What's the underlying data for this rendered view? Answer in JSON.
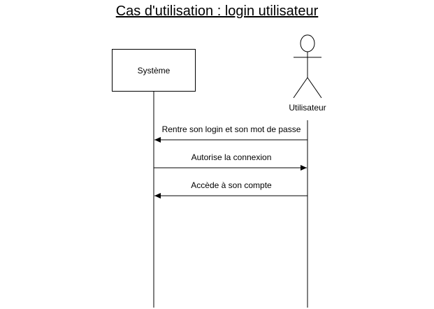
{
  "diagram": {
    "title": "Cas d'utilisation : login utilisateur",
    "participants": [
      {
        "label": "Système",
        "kind": "box"
      },
      {
        "label": "Utilisateur",
        "kind": "actor"
      }
    ],
    "messages": [
      {
        "label": "Rentre son login et son mot de passe",
        "from": "Utilisateur",
        "to": "Système"
      },
      {
        "label": "Autorise la connexion",
        "from": "Système",
        "to": "Utilisateur"
      },
      {
        "label": "Accède à son compte",
        "from": "Utilisateur",
        "to": "Système"
      }
    ]
  }
}
